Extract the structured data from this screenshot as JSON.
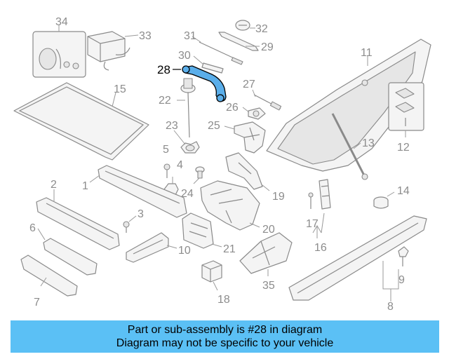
{
  "diagram": {
    "highlight_color": "#5aaeea",
    "highlighted_callout": "28",
    "callouts": {
      "c1": "1",
      "c2": "2",
      "c3": "3",
      "c4": "4",
      "c5": "5",
      "c6": "6",
      "c7": "7",
      "c8": "8",
      "c9": "9",
      "c10": "10",
      "c11": "11",
      "c12": "12",
      "c13": "13",
      "c14": "14",
      "c15": "15",
      "c16": "16",
      "c17": "17",
      "c18": "18",
      "c19": "19",
      "c20": "20",
      "c21": "21",
      "c22": "22",
      "c23": "23",
      "c24": "24",
      "c25": "25",
      "c26": "26",
      "c27": "27",
      "c28": "28",
      "c29": "29",
      "c30": "30",
      "c31": "31",
      "c32": "32",
      "c33": "33",
      "c34": "34",
      "c35": "35"
    }
  },
  "banner": {
    "background": "#5bc0f5",
    "line1": "Part or sub-assembly is #28 in diagram",
    "line2": "Diagram may not be specific to your vehicle"
  }
}
